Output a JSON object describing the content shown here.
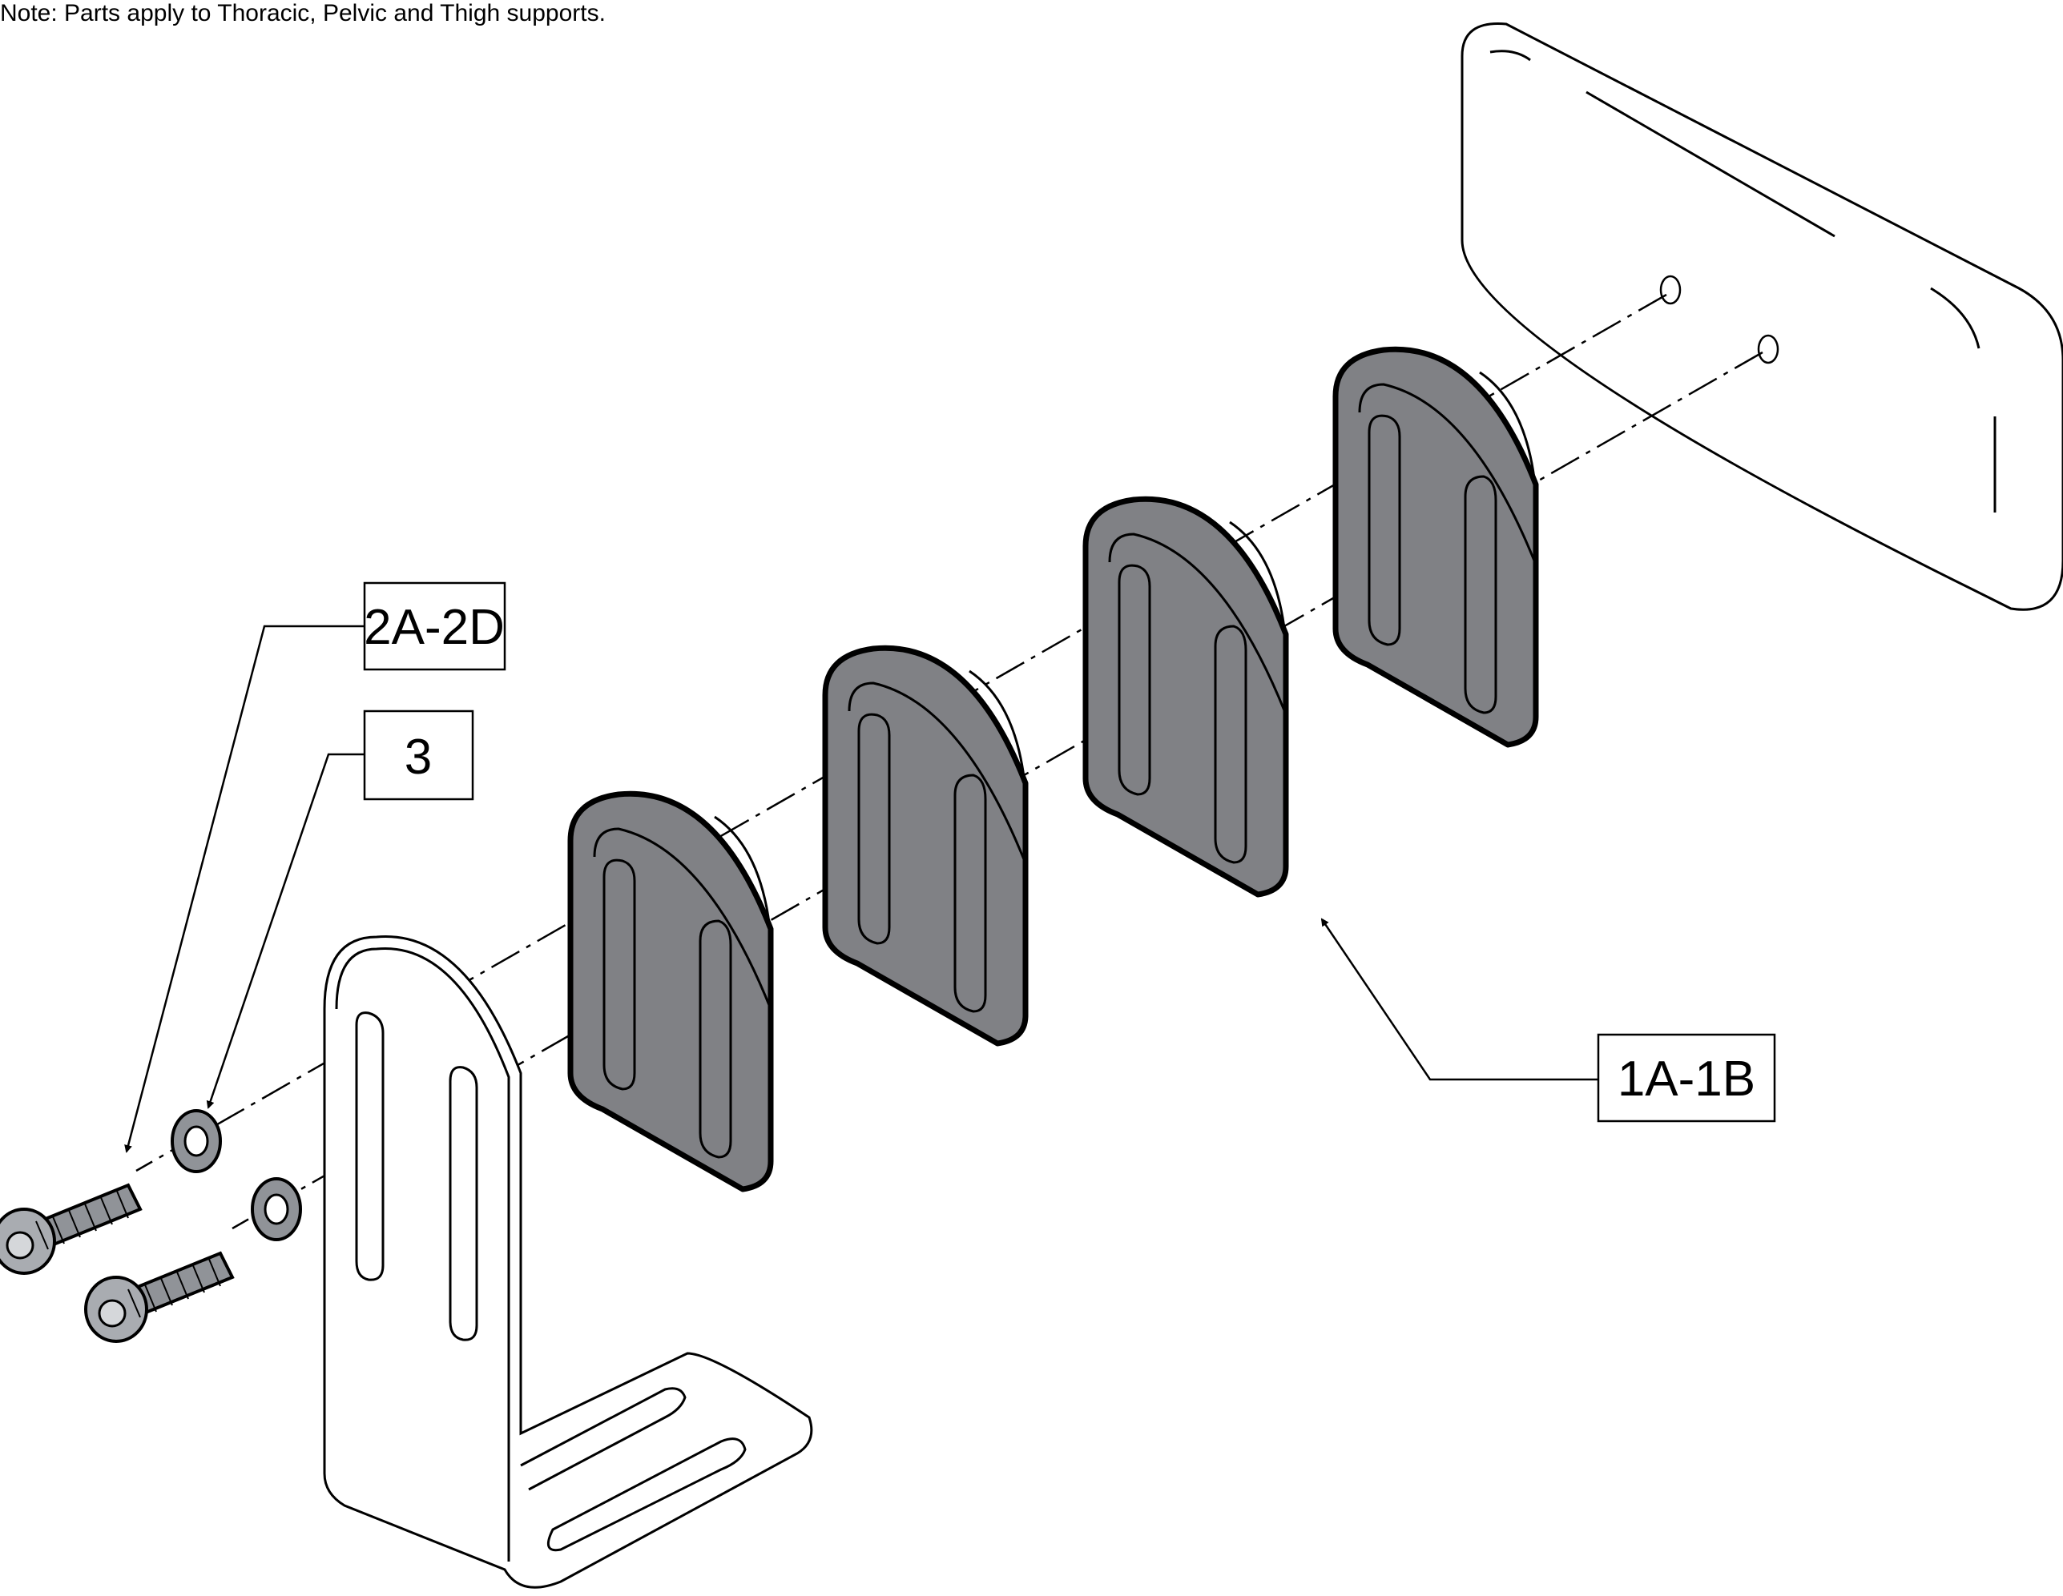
{
  "note": "Note: Parts apply to Thoracic, Pelvic and Thigh supports.",
  "callouts": {
    "c1": "2A-2D",
    "c2": "3",
    "c3": "1A-1B"
  },
  "colors": {
    "spacer_fill": "#808185",
    "line": "#000000",
    "background": "#ffffff"
  }
}
